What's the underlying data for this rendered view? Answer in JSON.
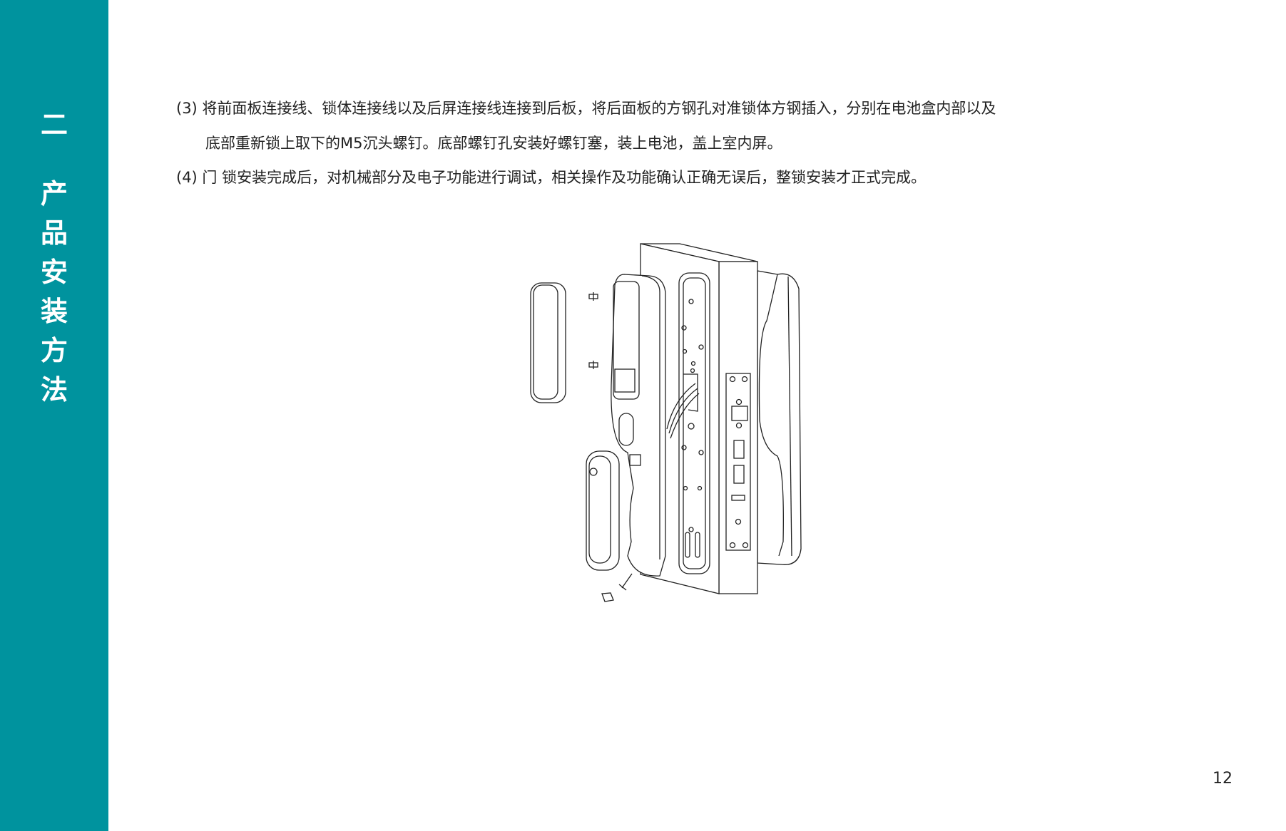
{
  "sidebar": {
    "chapter_number": "二",
    "chapter_title_chars": [
      "产",
      "品",
      "安",
      "装",
      "方",
      "法"
    ]
  },
  "steps": [
    {
      "line1": "(3) 将前面板连接线、锁体连接线以及后屏连接线连接到后板，将后面板的方钢孔对准锁体方钢插入，分别在电池盒内部以及",
      "line2": "底部重新锁上取下的M5沉头螺钉。底部螺钉孔安装好螺钉塞，装上电池，盖上室内屏。"
    },
    {
      "line1": "(4)  门 锁安装完成后，对机械部分及电子功能进行调试，相关操作及功能确认正确无误后，整锁安装才正式完成。"
    }
  ],
  "page_number": "12",
  "colors": {
    "sidebar": "#00939e"
  }
}
